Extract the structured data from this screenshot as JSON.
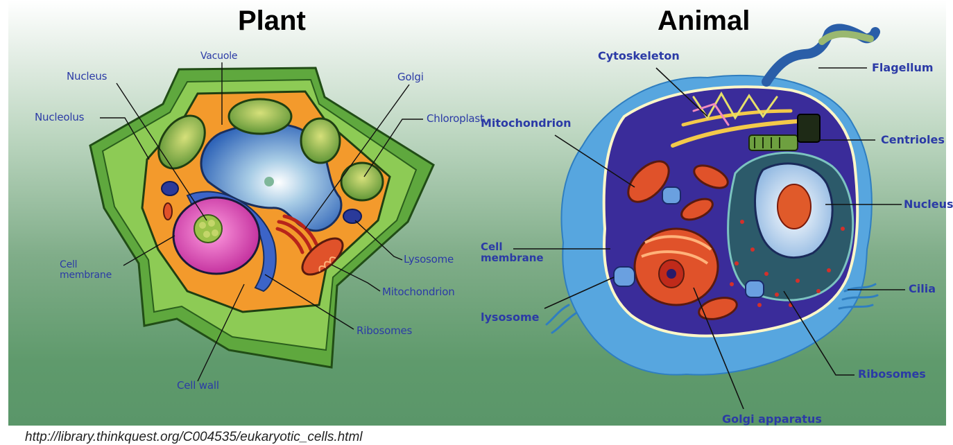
{
  "plant": {
    "title": "Plant",
    "labels": {
      "vacuole": "Vacuole",
      "nucleus": "Nucleus",
      "golgi": "Golgi",
      "nucleolus": "Nucleolus",
      "chloroplast": "Chloroplast",
      "cell_membrane": "Cell\nmembrane",
      "lysosome": "Lysosome",
      "mitochondrion": "Mitochondrion",
      "ribosomes": "Ribosomes",
      "cell_wall": "Cell wall"
    }
  },
  "animal": {
    "title": "Animal",
    "labels": {
      "cytoskeleton": "Cytoskeleton",
      "flagellum": "Flagellum",
      "mitochondrion": "Mitochondrion",
      "centrioles": "Centrioles",
      "nucleus": "Nucleus",
      "cell_membrane": "Cell\nmembrane",
      "cilia": "Cilia",
      "lysosome": "lysosome",
      "ribosomes": "Ribosomes",
      "golgi_apparatus": "Golgi apparatus"
    }
  },
  "source_url": "http://library.thinkquest.org/C004535/eukaryotic_cells.html"
}
